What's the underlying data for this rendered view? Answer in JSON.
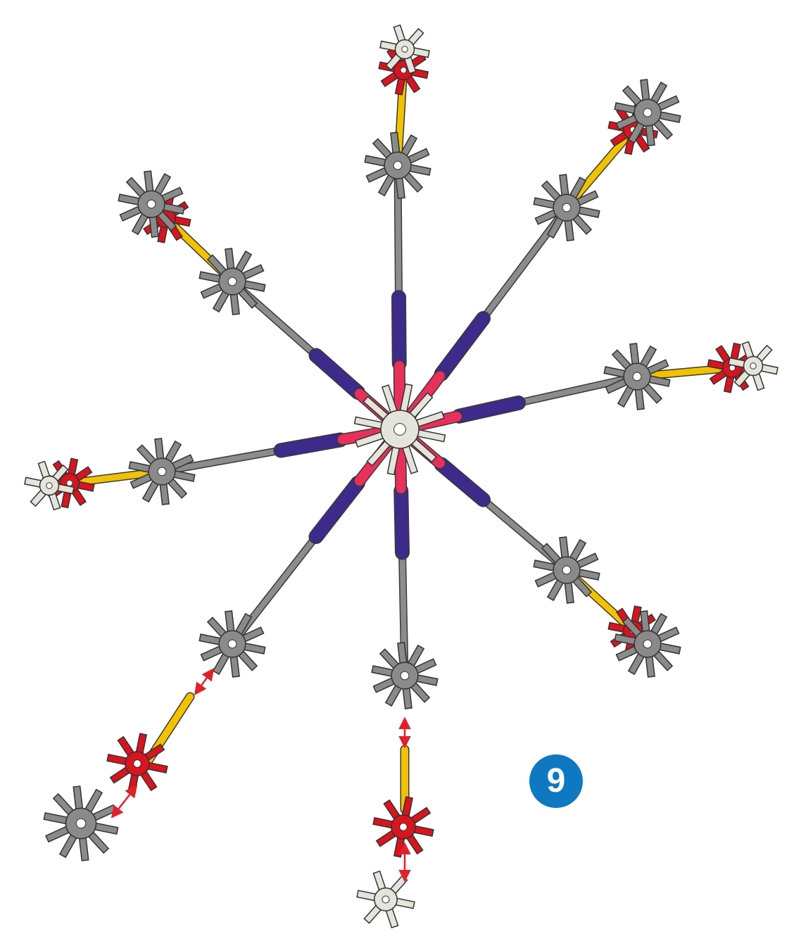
{
  "step": {
    "number": "9"
  },
  "colors": {
    "rod_gray": "#8c8c8c",
    "rod_yellow": "#f2c200",
    "rod_purple": "#3d2a8a",
    "connector_pink": "#e8305a",
    "connector_gray": "#8a8a8a",
    "connector_red": "#d9141f",
    "connector_white": "#e4e4da",
    "arrow_red": "#e0202a",
    "badge_blue": "#0e78c2"
  },
  "icons": {
    "hub": "white-center-connector",
    "connector": "gray-snowflake-connector",
    "end_cap": "red-connector-cluster"
  }
}
